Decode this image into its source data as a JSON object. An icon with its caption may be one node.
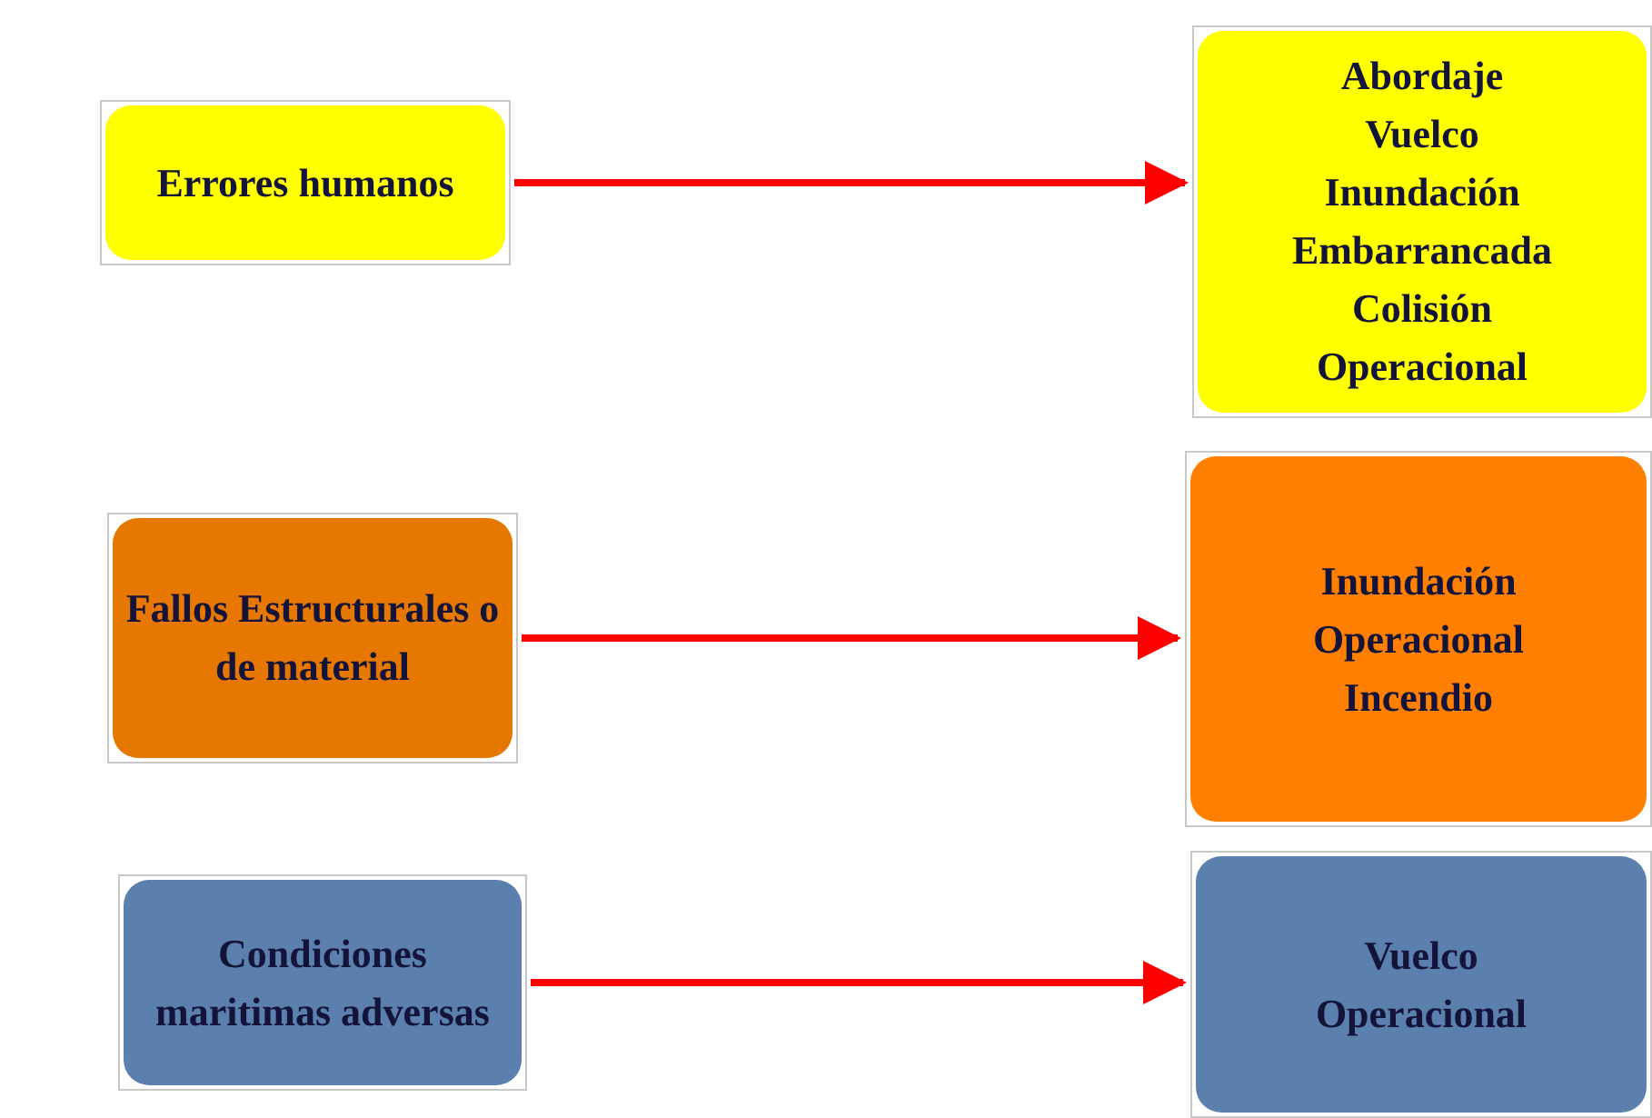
{
  "diagram": {
    "nodes": [
      {
        "text": [
          "Errores humanos"
        ]
      },
      {
        "text": [
          "Abordaje",
          "Vuelco",
          "Inundación",
          "Embarrancada",
          "Colisión",
          "Operacional"
        ]
      },
      {
        "text": [
          "Fallos Estructurales o de  material"
        ]
      },
      {
        "text": [
          "Inundación",
          "Operacional",
          "Incendio"
        ]
      },
      {
        "text": [
          "Condiciones maritimas adversas"
        ]
      },
      {
        "text": [
          "Vuelco",
          "Operacional"
        ]
      }
    ],
    "edges": [
      {
        "from": 0,
        "to": 1,
        "arrow": "to"
      },
      {
        "from": 2,
        "to": 3,
        "arrow": "to"
      },
      {
        "from": 4,
        "to": 5,
        "arrow": "to"
      }
    ]
  }
}
